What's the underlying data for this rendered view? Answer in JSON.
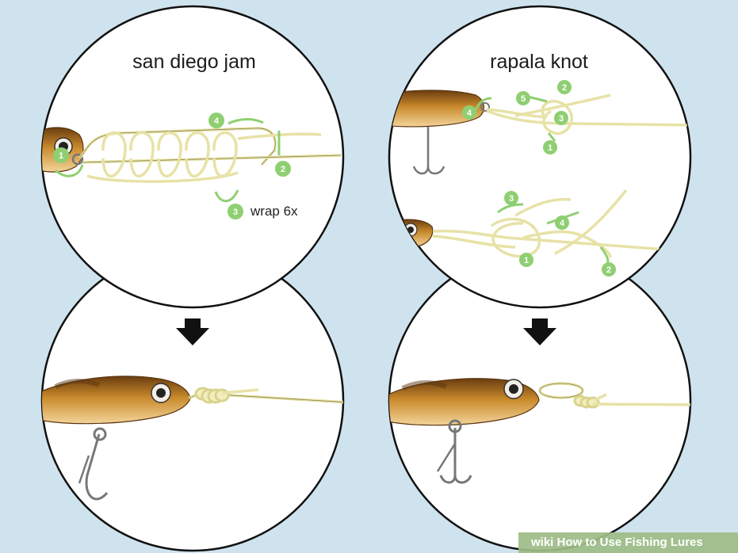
{
  "titles": {
    "left": "san diego jam",
    "right": "rapala knot"
  },
  "annotations": {
    "wrap": "wrap 6x"
  },
  "steps": {
    "left": [
      "1",
      "2",
      "3",
      "4"
    ],
    "right_top": [
      "1",
      "2",
      "3",
      "4",
      "5"
    ],
    "right_bottom": [
      "1",
      "2",
      "3",
      "4"
    ]
  },
  "watermark": {
    "brand": "wiki",
    "title": "How to Use Fishing Lures"
  },
  "colors": {
    "background": "#cfe3ee",
    "line": "#e7e2a6",
    "step_green": "#8fcf72",
    "lure": "#c7862a"
  }
}
